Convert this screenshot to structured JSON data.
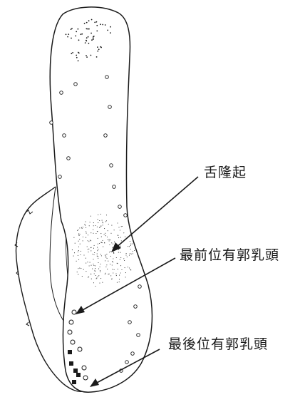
{
  "labels": {
    "torus": "舌隆起",
    "front_vallate": "最前位有郭乳頭",
    "rear_vallate": "最後位有郭乳頭"
  },
  "colors": {
    "ink": "#1a1a1a",
    "background": "#ffffff"
  }
}
